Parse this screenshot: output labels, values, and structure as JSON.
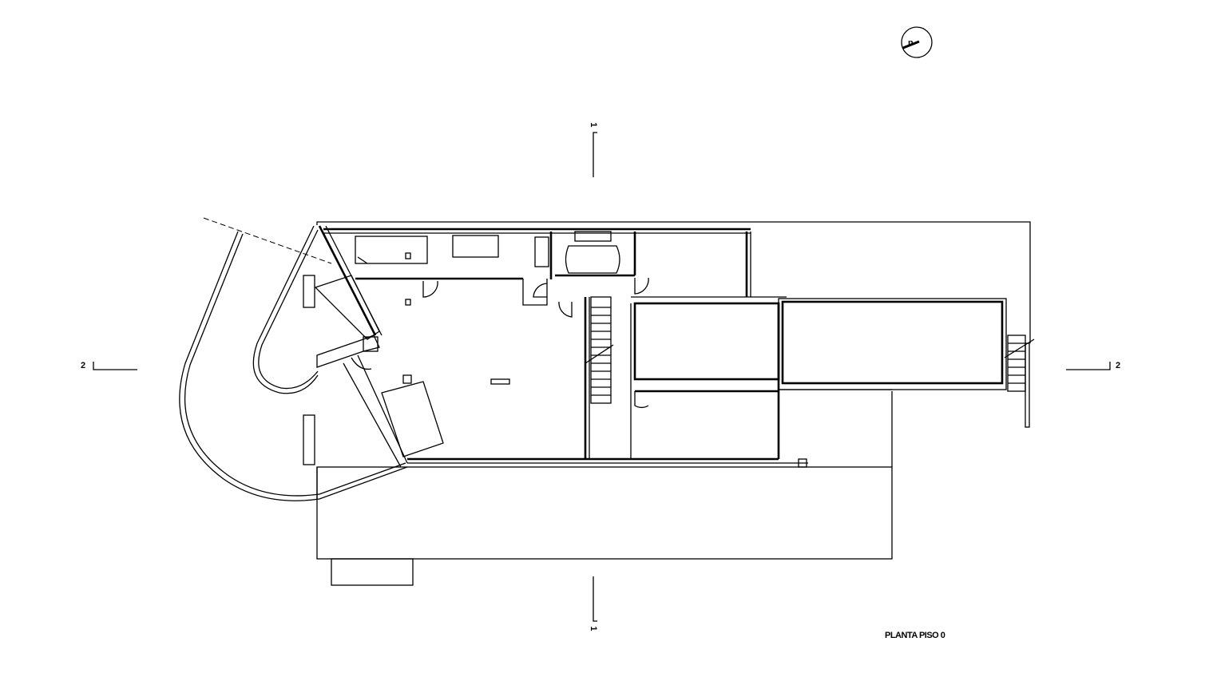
{
  "drawing": {
    "title": "PLANTA PISO 0",
    "north_marker": "n",
    "section_marks": {
      "section_1_top": "1",
      "section_1_bottom": "1",
      "section_2_left": "2",
      "section_2_right": "2"
    },
    "line_color": "#000000",
    "background": "#ffffff"
  }
}
